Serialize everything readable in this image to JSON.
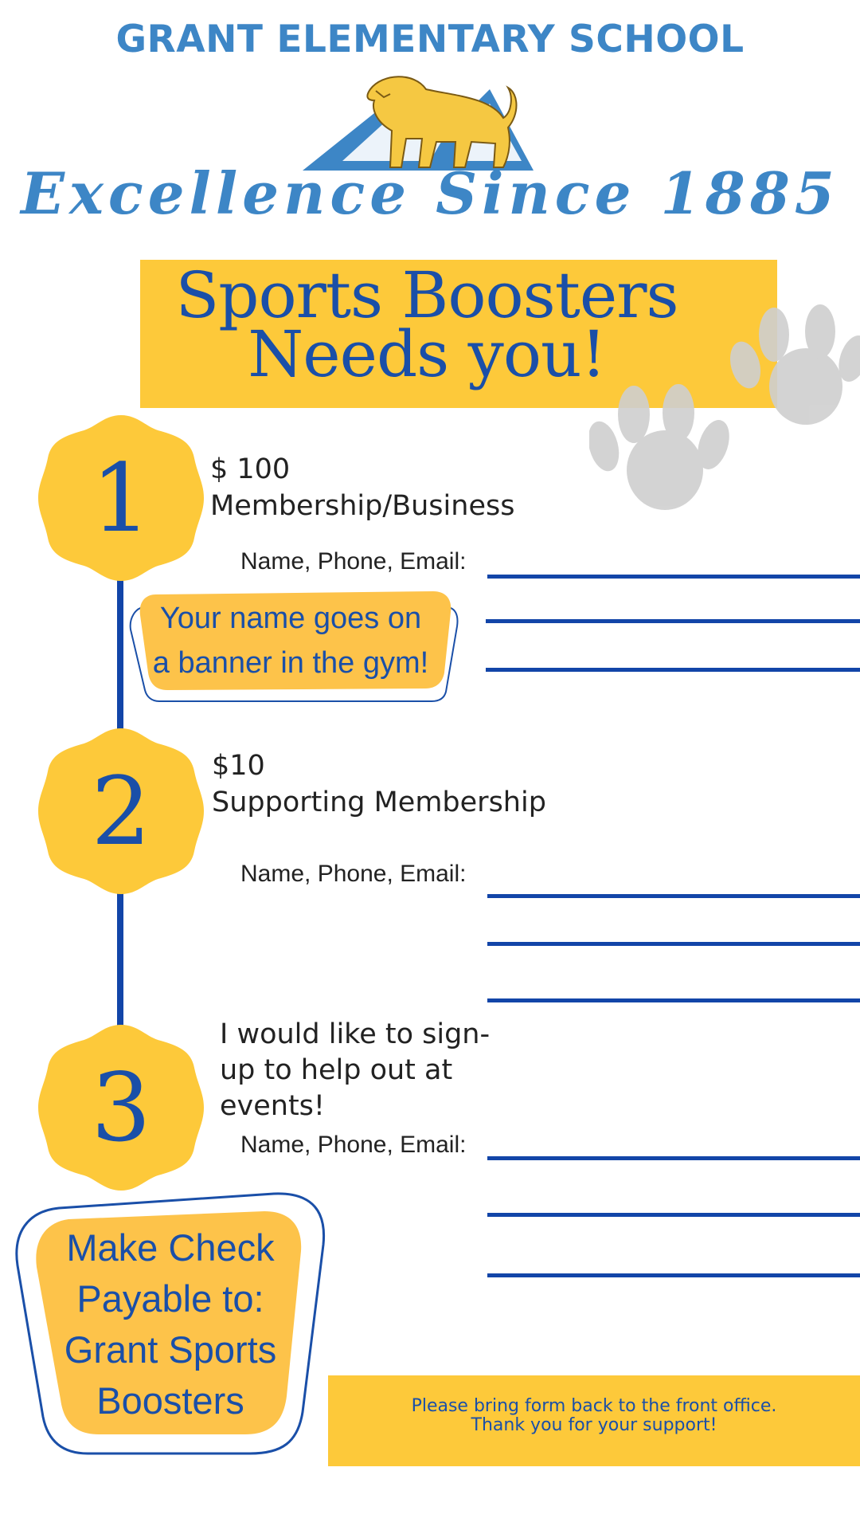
{
  "header": {
    "school_name": "GRANT ELEMENTARY SCHOOL",
    "tagline": "Excellence Since 1885"
  },
  "banner": {
    "line1": "Sports Boosters",
    "line2": "Needs you!"
  },
  "steps": [
    {
      "number": "1",
      "amount": "$ 100",
      "title": "Membership/Business",
      "field_label": "Name, Phone, Email:"
    },
    {
      "number": "2",
      "amount": "$10",
      "title": "Supporting Membership",
      "field_label": "Name, Phone, Email:"
    },
    {
      "number": "3",
      "title_line1": "I would like to sign-",
      "title_line2": "up to help out at",
      "title_line3": "events!",
      "field_label": "Name, Phone, Email:"
    }
  ],
  "callout": {
    "line1": "Your name goes on",
    "line2": "a banner in the gym!"
  },
  "check": {
    "line1": "Make Check",
    "line2": "Payable to:",
    "line3": "Grant Sports",
    "line4": "Boosters"
  },
  "footer": {
    "line1": "Please bring form back to the front office.",
    "line2": "Thank you for your support!"
  },
  "colors": {
    "brand_blue": "#3d86c6",
    "navy": "#1a4fa8",
    "gold": "#fdc93a",
    "paw_gray": "#cfcfcf"
  },
  "icons": [
    "cougar-mountain-logo",
    "paw-print-icon"
  ]
}
